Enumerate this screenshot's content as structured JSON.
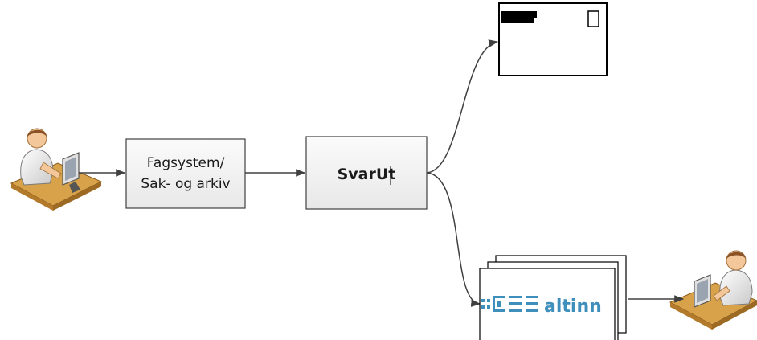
{
  "nodes": {
    "fagsystem": {
      "line1": "Fagsystem/",
      "line2": "Sak- og arkiv"
    },
    "svarut": {
      "label": "SvarUt"
    },
    "altinn": {
      "label": "altinn"
    },
    "envelope": {
      "label": ""
    }
  },
  "icons": {
    "sender": "user-at-computer-icon",
    "receiver": "user-at-computer-icon",
    "letter": "envelope-icon",
    "altinn_logo": "altinn-logo-icon"
  },
  "colors": {
    "box_fill": "#f2f2f2",
    "box_stroke": "#404040",
    "arrow": "#404040",
    "altinn_blue": "#3f8fbd",
    "desk": "#d8a24a",
    "skin": "#f3c79a"
  }
}
